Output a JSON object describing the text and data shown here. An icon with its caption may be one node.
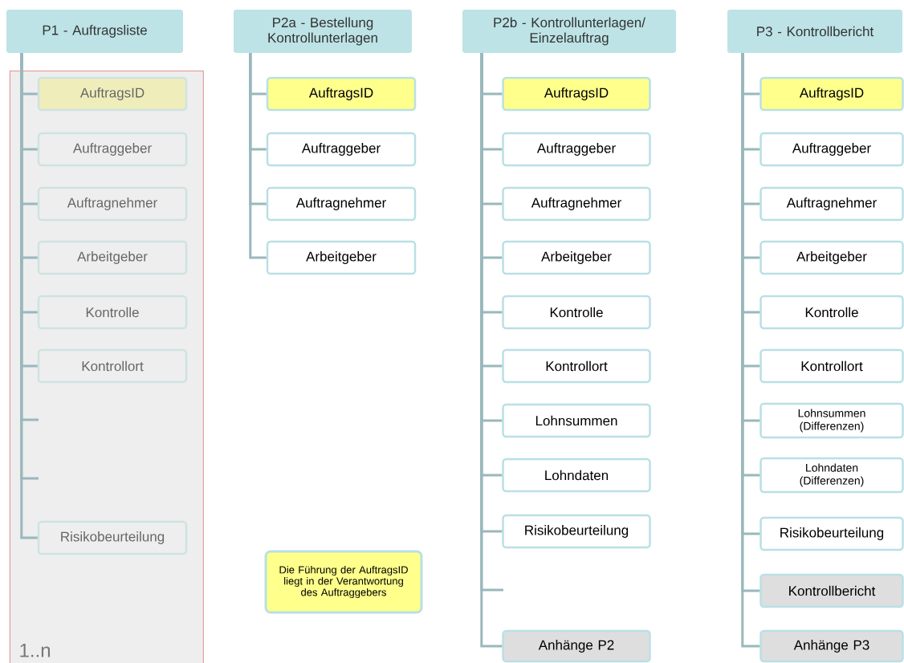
{
  "diagram": {
    "nodes": [
      {
        "text": [
          "P1 - Auftragsliste"
        ]
      },
      {
        "text": [
          "1..n"
        ]
      },
      {
        "text": [
          "AuftragsID"
        ],
        "in": 1
      },
      {
        "text": [
          "Auftraggeber"
        ],
        "in": 1
      },
      {
        "text": [
          "Auftragnehmer"
        ],
        "in": 1
      },
      {
        "text": [
          "Arbeitgeber"
        ],
        "in": 1
      },
      {
        "text": [
          "Kontrolle"
        ],
        "in": 1
      },
      {
        "text": [
          "Kontrollort"
        ],
        "in": 1
      },
      {
        "text": [
          "Risikobeurteilung"
        ],
        "in": 1
      },
      {
        "text": [
          "P2a - Bestellung Kontrollunterlagen"
        ]
      },
      {
        "text": [
          "AuftragsID"
        ]
      },
      {
        "text": [
          "Auftraggeber"
        ]
      },
      {
        "text": [
          "Auftragnehmer"
        ]
      },
      {
        "text": [
          "Arbeitgeber"
        ]
      },
      {
        "text": [
          "Die Führung der AuftragsID liegt in der Verantwortung des Auftraggebers"
        ]
      },
      {
        "text": [
          "P2b - Kontrollunterlagen/ Einzelauftrag"
        ]
      },
      {
        "text": [
          "AuftragsID"
        ]
      },
      {
        "text": [
          "Auftraggeber"
        ]
      },
      {
        "text": [
          "Auftragnehmer"
        ]
      },
      {
        "text": [
          "Arbeitgeber"
        ]
      },
      {
        "text": [
          "Kontrolle"
        ]
      },
      {
        "text": [
          "Kontrollort"
        ]
      },
      {
        "text": [
          "Lohnsummen"
        ]
      },
      {
        "text": [
          "Lohndaten"
        ]
      },
      {
        "text": [
          "Risikobeurteilung"
        ]
      },
      {
        "text": [
          "Anhänge P2"
        ]
      },
      {
        "text": [
          "P3 - Kontrollbericht"
        ]
      },
      {
        "text": [
          "AuftragsID"
        ]
      },
      {
        "text": [
          "Auftraggeber"
        ]
      },
      {
        "text": [
          "Auftragnehmer"
        ]
      },
      {
        "text": [
          "Arbeitgeber"
        ]
      },
      {
        "text": [
          "Kontrolle"
        ]
      },
      {
        "text": [
          "Kontrollort"
        ]
      },
      {
        "text": [
          "Lohnsummen (Differenzen)"
        ]
      },
      {
        "text": [
          "Lohndaten (Differenzen)"
        ]
      },
      {
        "text": [
          "Risikobeurteilung"
        ]
      },
      {
        "text": [
          "Kontrollbericht"
        ]
      },
      {
        "text": [
          "Anhänge P3"
        ]
      }
    ],
    "edges": [
      {
        "from": 0,
        "to": 2,
        "arrow": "none"
      },
      {
        "from": 0,
        "to": 3,
        "arrow": "none"
      },
      {
        "from": 0,
        "to": 4,
        "arrow": "none"
      },
      {
        "from": 0,
        "to": 5,
        "arrow": "none"
      },
      {
        "from": 0,
        "to": 6,
        "arrow": "none"
      },
      {
        "from": 0,
        "to": 7,
        "arrow": "none"
      },
      {
        "from": 0,
        "to": null,
        "arrow": "none"
      },
      {
        "from": 0,
        "to": null,
        "arrow": "none"
      },
      {
        "from": 0,
        "to": 8,
        "arrow": "none"
      },
      {
        "from": 9,
        "to": 10,
        "arrow": "none"
      },
      {
        "from": 9,
        "to": 11,
        "arrow": "none"
      },
      {
        "from": 9,
        "to": 12,
        "arrow": "none"
      },
      {
        "from": 9,
        "to": 13,
        "arrow": "none"
      },
      {
        "from": 15,
        "to": 16,
        "arrow": "none"
      },
      {
        "from": 15,
        "to": 17,
        "arrow": "none"
      },
      {
        "from": 15,
        "to": 18,
        "arrow": "none"
      },
      {
        "from": 15,
        "to": 19,
        "arrow": "none"
      },
      {
        "from": 15,
        "to": 20,
        "arrow": "none"
      },
      {
        "from": 15,
        "to": 21,
        "arrow": "none"
      },
      {
        "from": 15,
        "to": 22,
        "arrow": "none"
      },
      {
        "from": 15,
        "to": 23,
        "arrow": "none"
      },
      {
        "from": 15,
        "to": 24,
        "arrow": "none"
      },
      {
        "from": 15,
        "to": null,
        "arrow": "none"
      },
      {
        "from": 15,
        "to": 25,
        "arrow": "none"
      },
      {
        "from": 26,
        "to": 27,
        "arrow": "none"
      },
      {
        "from": 26,
        "to": 28,
        "arrow": "none"
      },
      {
        "from": 26,
        "to": 29,
        "arrow": "none"
      },
      {
        "from": 26,
        "to": 30,
        "arrow": "none"
      },
      {
        "from": 26,
        "to": 31,
        "arrow": "none"
      },
      {
        "from": 26,
        "to": 32,
        "arrow": "none"
      },
      {
        "from": 26,
        "to": 33,
        "arrow": "none"
      },
      {
        "from": 26,
        "to": 34,
        "arrow": "none"
      },
      {
        "from": 26,
        "to": 35,
        "arrow": "none"
      },
      {
        "from": 26,
        "to": 36,
        "arrow": "none"
      },
      {
        "from": 26,
        "to": 37,
        "arrow": "none"
      }
    ]
  }
}
